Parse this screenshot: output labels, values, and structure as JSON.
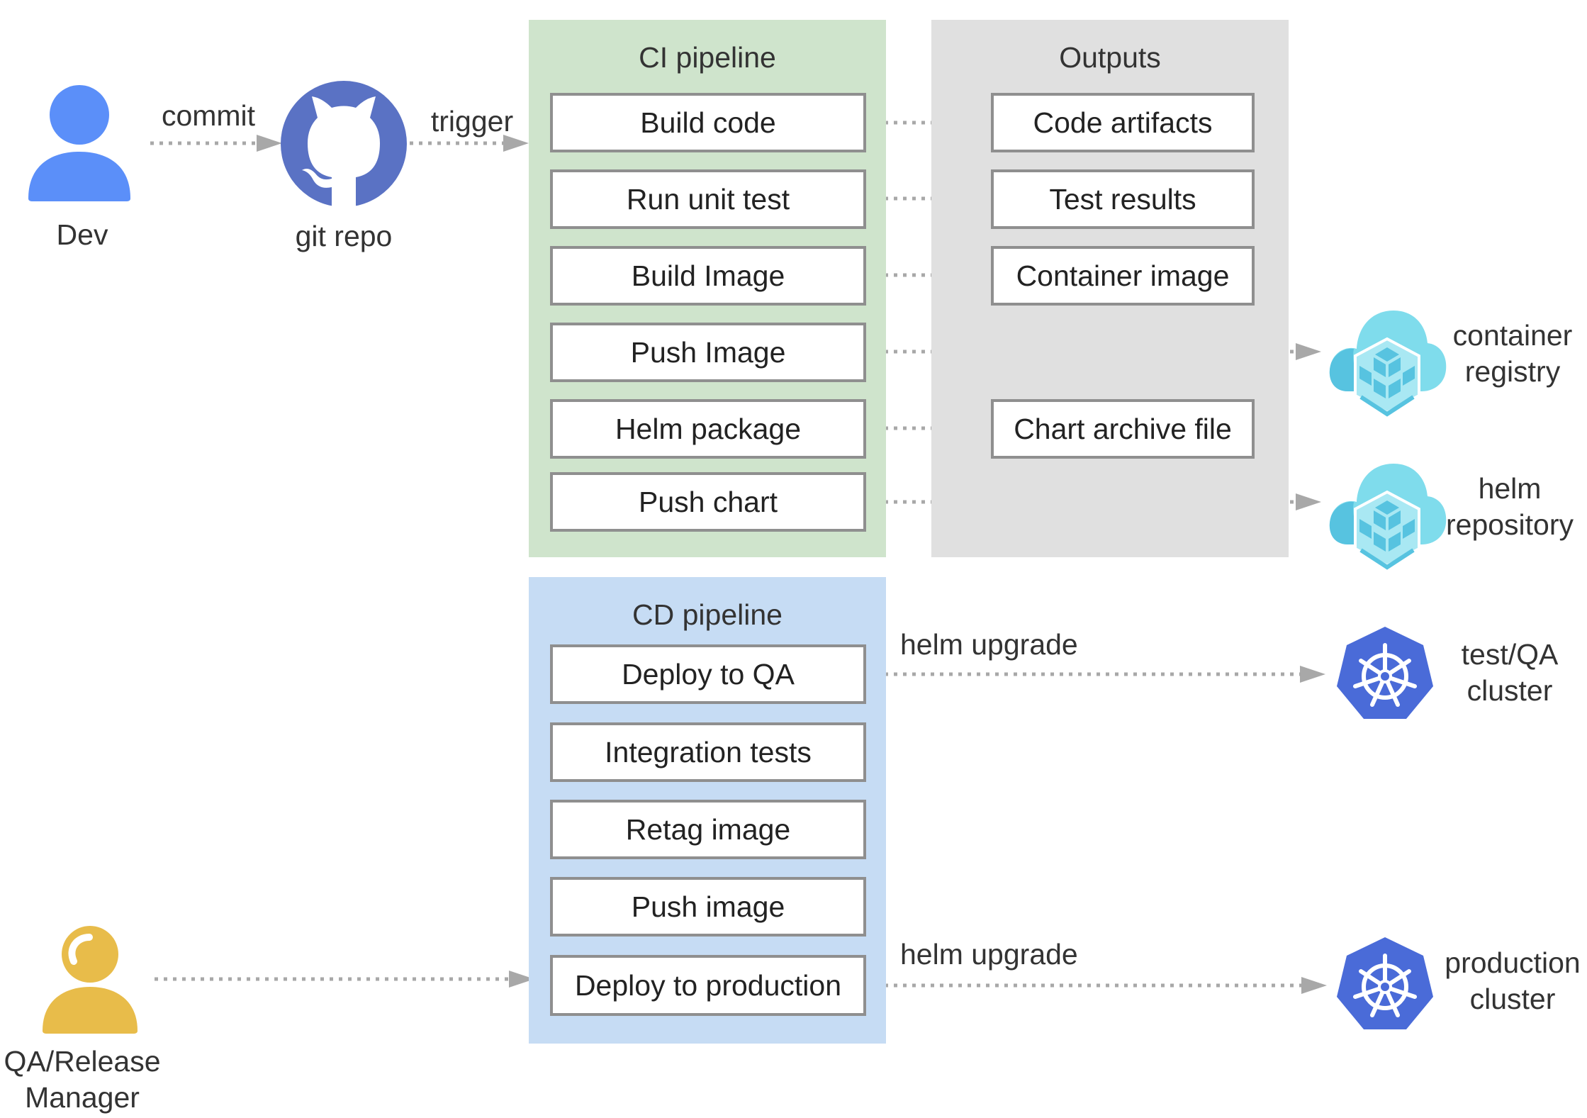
{
  "actors": {
    "dev": {
      "label": "Dev",
      "color": "#5b8ff9"
    },
    "git_repo": {
      "label": "git repo",
      "color": "#5a72c4"
    },
    "qa_manager": {
      "label_line1": "QA/Release",
      "label_line2": "Manager",
      "color": "#e8bc4a"
    }
  },
  "edges": {
    "commit": "commit",
    "trigger": "trigger",
    "helm_upgrade_qa": "helm upgrade",
    "helm_upgrade_prod": "helm upgrade"
  },
  "ci_pipeline": {
    "title": "CI pipeline",
    "bg_color": "#cfe4cc",
    "steps": [
      "Build code",
      "Run unit test",
      "Build Image",
      "Push Image",
      "Helm package",
      "Push chart"
    ]
  },
  "outputs": {
    "title": "Outputs",
    "bg_color": "#e0e0e0",
    "items": [
      "Code artifacts",
      "Test results",
      "Container image",
      "Chart archive file"
    ]
  },
  "cd_pipeline": {
    "title": "CD pipeline",
    "bg_color": "#c6dcf4",
    "steps": [
      "Deploy to QA",
      "Integration tests",
      "Retag image",
      "Push image",
      "Deploy to production"
    ]
  },
  "targets": {
    "container_registry": {
      "line1": "container",
      "line2": "registry",
      "icon": "cloud-registry-icon"
    },
    "helm_repository": {
      "line1": "helm",
      "line2": "repository",
      "icon": "cloud-registry-icon"
    },
    "test_qa_cluster": {
      "line1": "test/QA",
      "line2": "cluster",
      "icon": "kubernetes-icon"
    },
    "production_cluster": {
      "line1": "production",
      "line2": "cluster",
      "icon": "kubernetes-icon"
    }
  },
  "colors": {
    "arrow": "#a8a8a8",
    "kubernetes": "#4a6bd8",
    "cloud_light": "#7fdcec",
    "cloud_dark": "#57c3e0"
  }
}
